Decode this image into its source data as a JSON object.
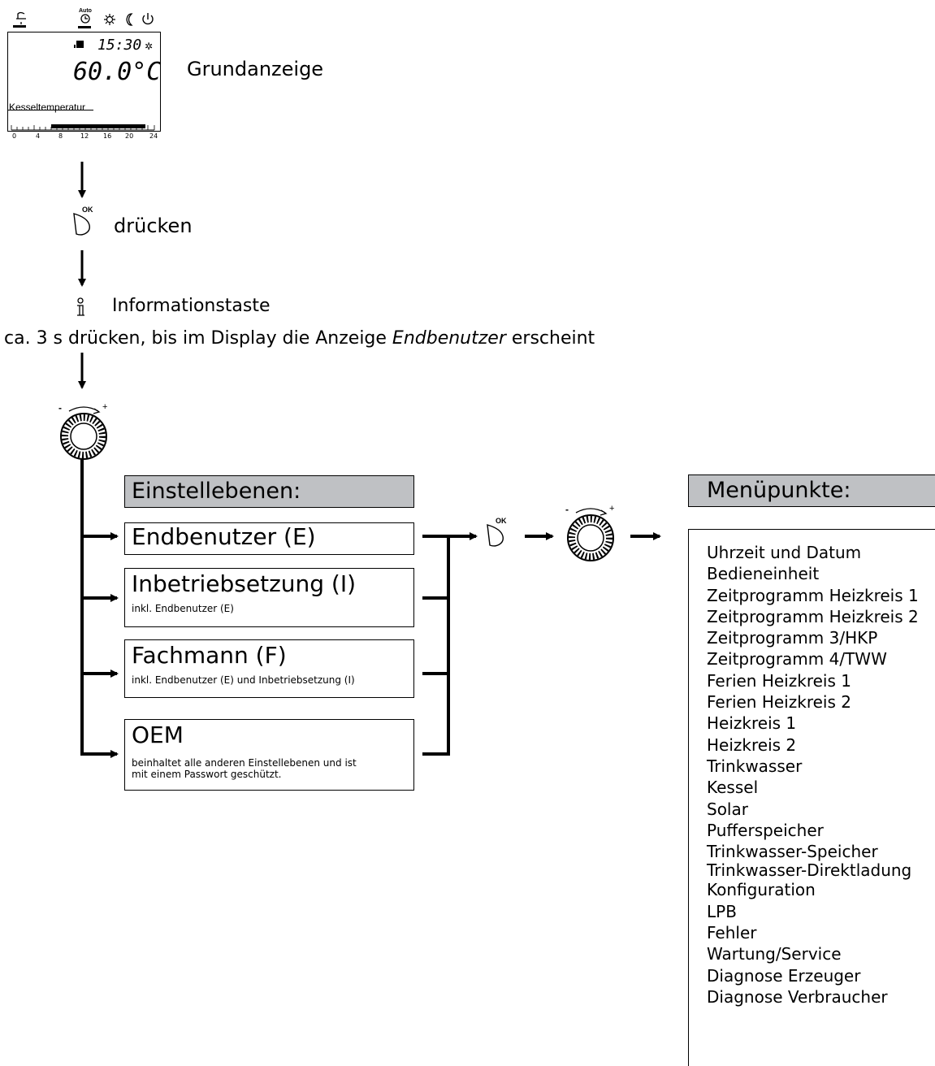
{
  "display": {
    "time": "15:30",
    "temperature": "60.0°C",
    "label": "Kesseltemperatur",
    "mode_auto": "Auto",
    "mode_ok": "OK",
    "scale": [
      "0",
      "4",
      "8",
      "12",
      "16",
      "20",
      "24"
    ]
  },
  "labels": {
    "grundanzeige": "Grundanzeige",
    "druecken": "drücken",
    "informationstaste": "Informationstaste",
    "hold_prefix": "ca. 3 s drücken, bis im Display die Anzeige ",
    "hold_emph": "Endbenutzer",
    "hold_suffix": " erscheint",
    "ok": "OK"
  },
  "levels": {
    "header": "Einstellebenen:",
    "items": [
      {
        "title": "Endbenutzer (E)",
        "sub": ""
      },
      {
        "title": "Inbetriebsetzung (I)",
        "sub": "inkl. Endbenutzer (E)"
      },
      {
        "title": "Fachmann (F)",
        "sub": "inkl. Endbenutzer (E) und Inbetriebsetzung (I)"
      },
      {
        "title": "OEM",
        "sub": "beinhaltet alle anderen Einstellebenen und ist",
        "sub2": "mit einem Passwort geschützt."
      }
    ]
  },
  "menu": {
    "header": "Menüpunkte:",
    "items": [
      "Uhrzeit und Datum",
      "Bedieneinheit",
      "Zeitprogramm Heizkreis 1",
      "Zeitprogramm Heizkreis 2",
      "Zeitprogramm 3/HKP",
      "Zeitprogramm 4/TWW",
      "Ferien Heizkreis 1",
      "Ferien Heizkreis 2",
      "Heizkreis 1",
      "Heizkreis 2",
      "Trinkwasser",
      "Kessel",
      "Solar",
      "Pufferspeicher",
      "Trinkwasser-Speicher",
      "Trinkwasser-Direktladung",
      "Konfiguration",
      "LPB",
      "Fehler",
      "Wartung/Service",
      "Diagnose Erzeuger",
      "Diagnose Verbraucher"
    ]
  }
}
